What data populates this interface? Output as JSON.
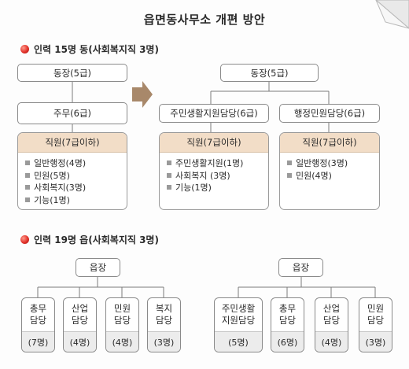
{
  "title": "읍면동사무소 개편 방안",
  "section1": {
    "heading": "인력 15명 동(사회복지직 3명)"
  },
  "section2": {
    "heading": "인력 19명 읍(사회복지직 3명)"
  },
  "before": {
    "head": "동장(5급)",
    "chief": "주무(6급)",
    "staff": {
      "title": "직원(7급이하)",
      "items": [
        "일반행정(4명)",
        "민원(5명)",
        "사회복지(3명)",
        "기능(1명)"
      ]
    }
  },
  "after": {
    "head": "동장(5급)",
    "teams": [
      {
        "title": "주민생활지원담당(6급)",
        "staff_title": "직원(7급이하)",
        "items": [
          "주민생활지원(1명)",
          "사회복지 (3명)",
          "기능(1명)"
        ]
      },
      {
        "title": "행정민원담당(6급)",
        "staff_title": "직원(7급이하)",
        "items": [
          "일반행정(3명)",
          "민원(4명)"
        ]
      }
    ]
  },
  "eup_before": {
    "head": "읍장",
    "depts": [
      {
        "name": "총무\n담당",
        "count": "(7명)"
      },
      {
        "name": "산업\n담당",
        "count": "(4명)"
      },
      {
        "name": "민원\n담당",
        "count": "(4명)"
      },
      {
        "name": "복지\n담당",
        "count": "(3명)"
      }
    ]
  },
  "eup_after": {
    "head": "읍장",
    "depts": [
      {
        "name": "주민생활\n지원담당",
        "count": "(5명)"
      },
      {
        "name": "총무\n담당",
        "count": "(6명)"
      },
      {
        "name": "산업\n담당",
        "count": "(4명)"
      },
      {
        "name": "민원\n담당",
        "count": "(3명)"
      }
    ]
  }
}
